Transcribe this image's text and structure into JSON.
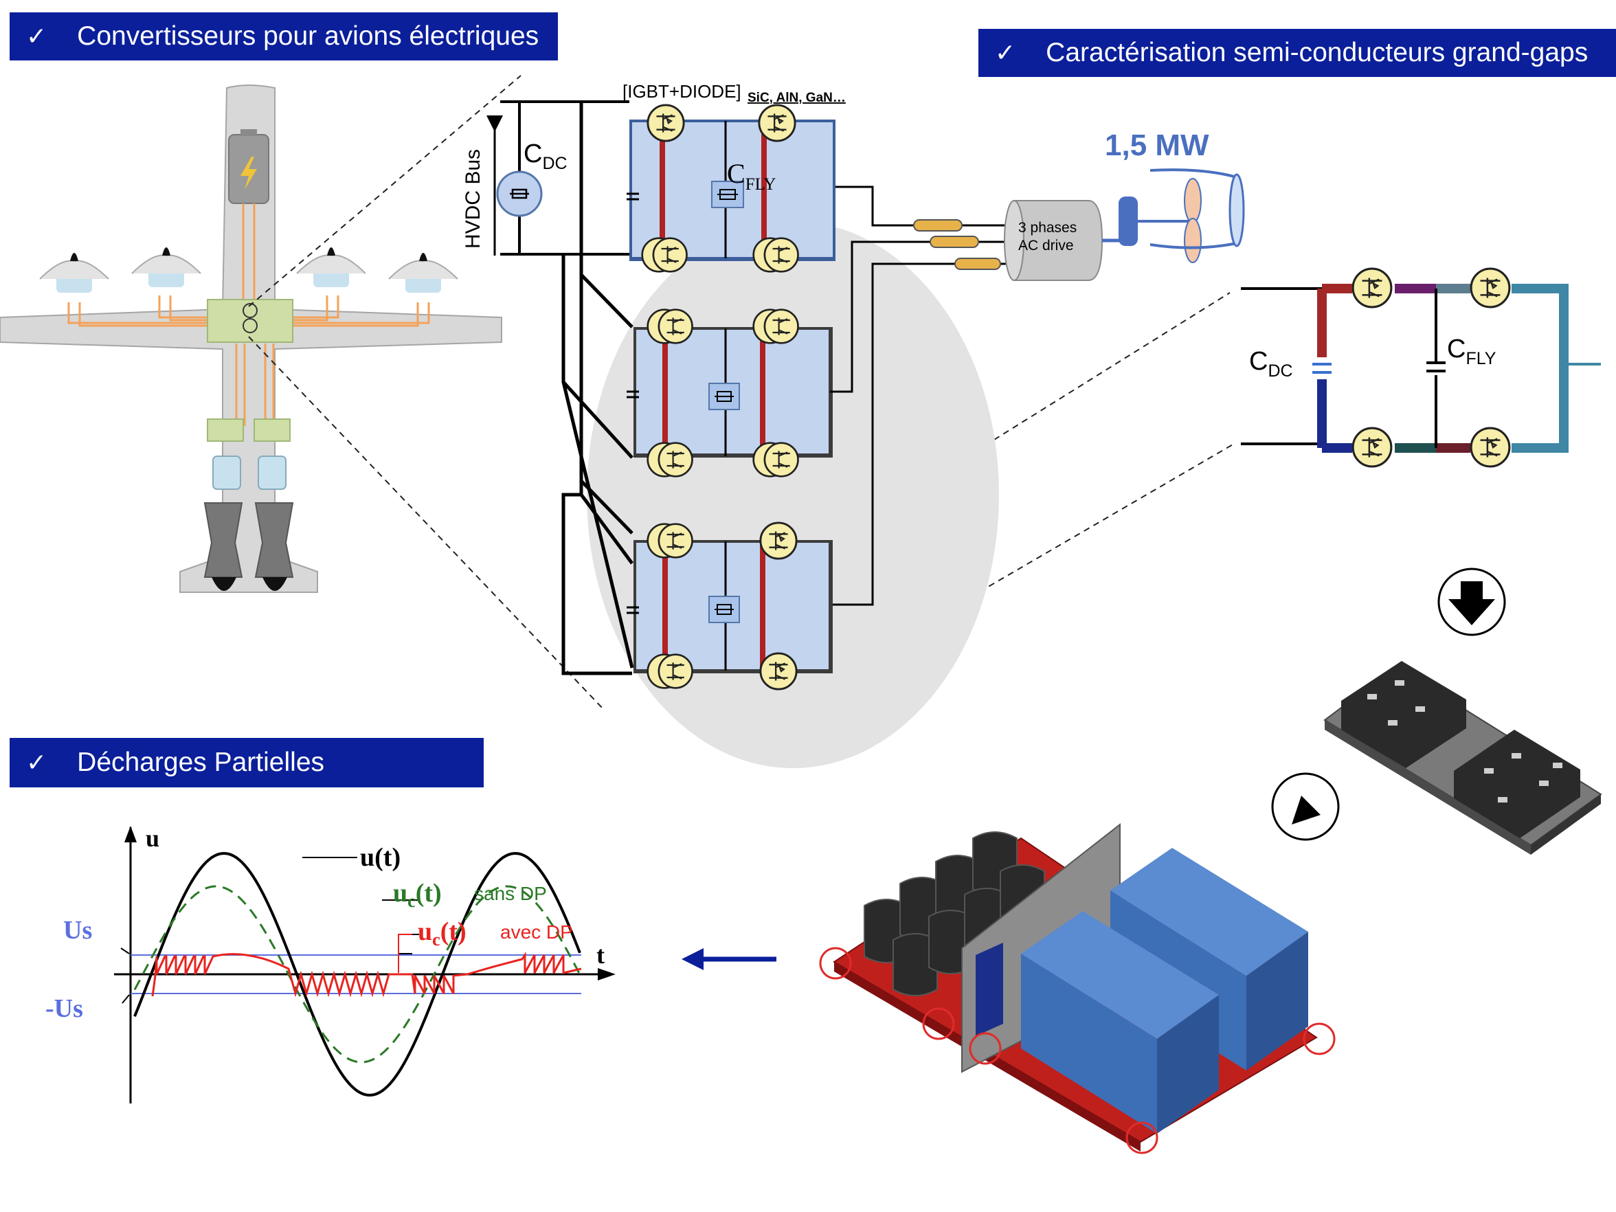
{
  "banners": {
    "converters": "Convertisseurs pour avions électriques",
    "semiconductors": "Caractérisation semi-conducteurs grand-gaps",
    "partial_discharges": "Décharges Partielles"
  },
  "check_symbol": "✓",
  "circuit": {
    "device_label": "[IGBT+DIODE]",
    "wide_bandgap_label": "SiC, AlN, GaN…",
    "hvdc_label": "HVDC Bus",
    "cdc_main": "C",
    "cdc_sub": "DC",
    "cfly_main": "C",
    "cfly_sub": "FLY",
    "power_rating": "1,5 MW",
    "drive_line1": "3 phases",
    "drive_line2": "AC drive"
  },
  "detail_schematic": {
    "cdc_main": "C",
    "cdc_sub": "DC",
    "cfly_main": "C",
    "cfly_sub": "FLY"
  },
  "waveform": {
    "axis_u": "u",
    "axis_t": "t",
    "label_u": "u(t)",
    "label_uc": "u",
    "label_uc_sub": "c",
    "label_uc_arg": "(t)",
    "sans_dp": "sans DP",
    "avec_dp": "avec DP",
    "us_pos": "Us",
    "us_neg": "-Us"
  },
  "icons": [
    "battery-bolt-icon",
    "check-icon",
    "arrow-down-icon",
    "arrow-down-left-icon",
    "arrow-left-icon"
  ],
  "colors": {
    "banner": "#0b1f9a",
    "red_trace": "#e8231f",
    "green_trace": "#2a7a26",
    "us_blue": "#5b6ee0",
    "pcb_red": "#c0201c",
    "module_blue": "#3d6fb6"
  }
}
